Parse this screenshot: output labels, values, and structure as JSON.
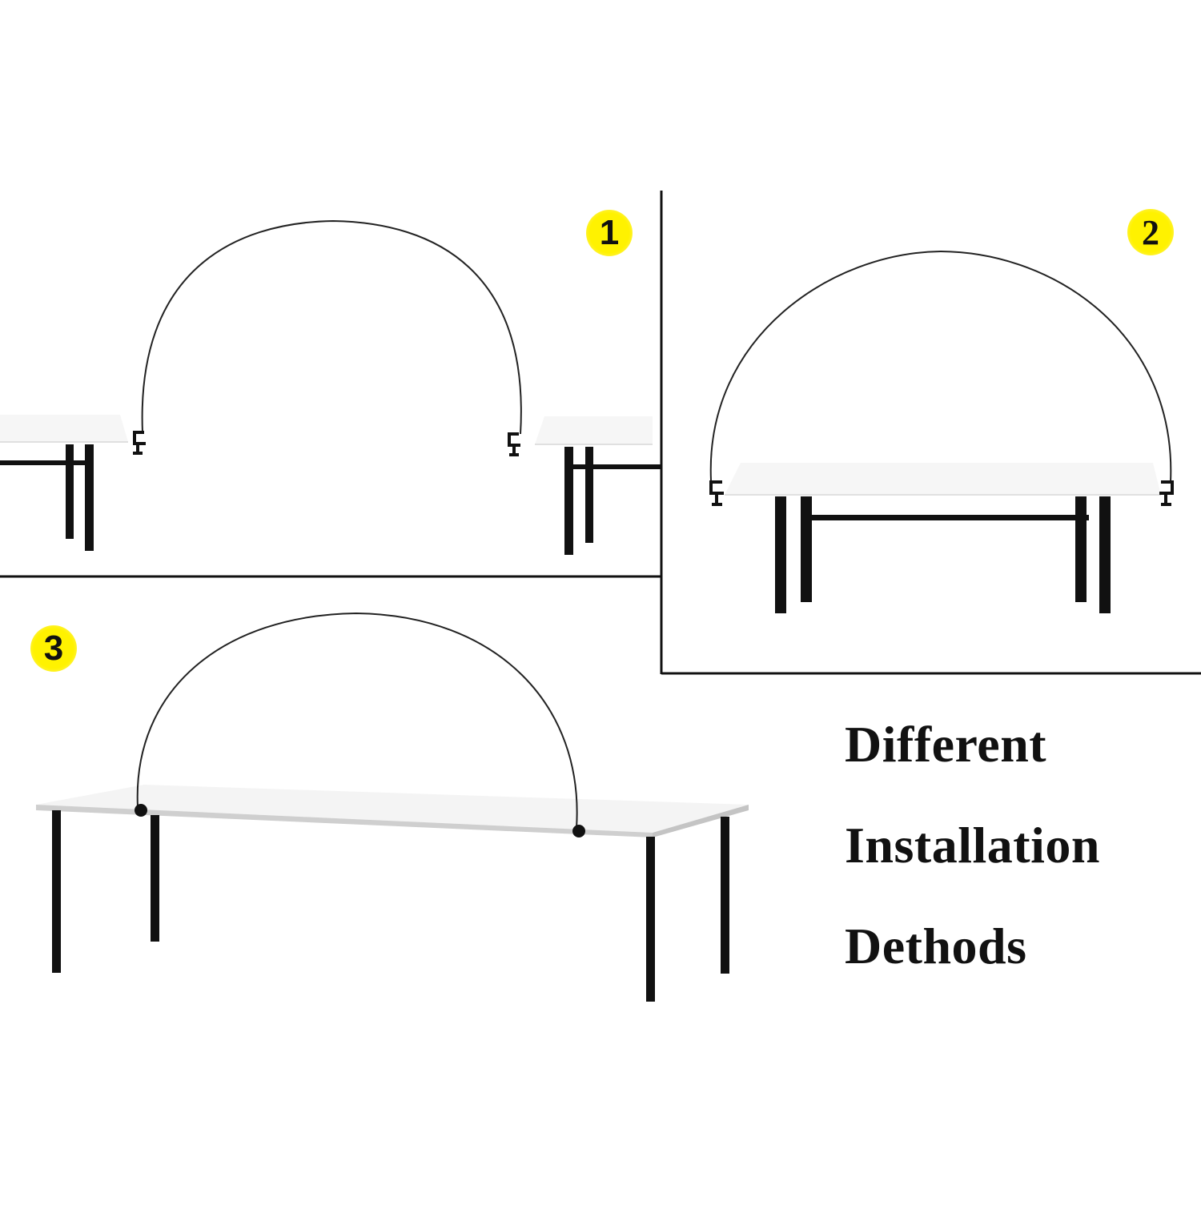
{
  "colors": {
    "badge_fill": "#fff200",
    "line": "#111111",
    "table_top": "#f4f4f4",
    "table_edge": "#d6d6d6",
    "background": "#ffffff"
  },
  "panels": [
    {
      "id": 1,
      "badge": "1",
      "description": "Arch spanning between two separate tables, clamped on inner edges"
    },
    {
      "id": 2,
      "badge": "2",
      "description": "Arch clamped on both ends of a single table"
    },
    {
      "id": 3,
      "badge": "3",
      "description": "Arch clamped on the front edge of a long table"
    }
  ],
  "caption": {
    "line1": "Different",
    "line2": "Installation",
    "line3": "Dethods"
  }
}
